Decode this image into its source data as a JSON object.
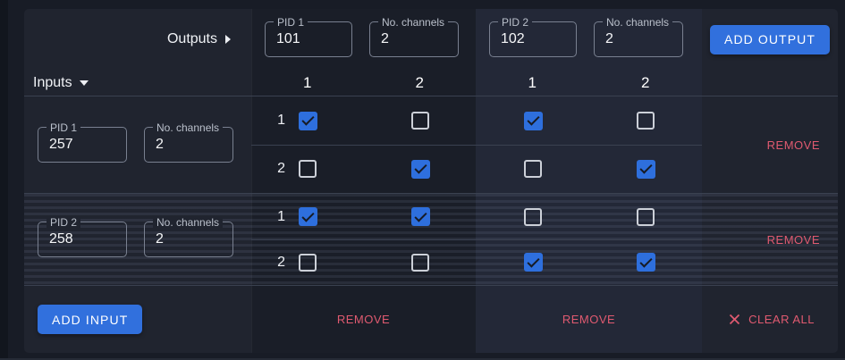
{
  "sections": {
    "outputs_label": "Outputs",
    "inputs_label": "Inputs"
  },
  "outputs": [
    {
      "pid_label": "PID 1",
      "pid_value": "101",
      "channels_label": "No. channels",
      "channels_value": "2",
      "channel_headers": [
        "1",
        "2"
      ],
      "remove_label": "REMOVE"
    },
    {
      "pid_label": "PID 2",
      "pid_value": "102",
      "channels_label": "No. channels",
      "channels_value": "2",
      "channel_headers": [
        "1",
        "2"
      ],
      "remove_label": "REMOVE"
    }
  ],
  "inputs": [
    {
      "pid_label": "PID 1",
      "pid_value": "257",
      "channels_label": "No. channels",
      "channels_value": "2",
      "remove_label": "REMOVE",
      "rows": [
        {
          "label": "1",
          "checks": [
            true,
            false,
            true,
            false
          ]
        },
        {
          "label": "2",
          "checks": [
            false,
            true,
            false,
            true
          ]
        }
      ]
    },
    {
      "pid_label": "PID 2",
      "pid_value": "258",
      "channels_label": "No. channels",
      "channels_value": "2",
      "remove_label": "REMOVE",
      "rows": [
        {
          "label": "1",
          "checks": [
            true,
            true,
            false,
            false
          ]
        },
        {
          "label": "2",
          "checks": [
            false,
            false,
            true,
            true
          ]
        }
      ]
    }
  ],
  "actions": {
    "add_output": "ADD OUTPUT",
    "add_input": "ADD INPUT",
    "clear_all": "CLEAR ALL"
  },
  "colors": {
    "accent_blue": "#3170dd",
    "checkbox_blue": "#2e6fdd",
    "danger_pink": "#e05a70"
  }
}
